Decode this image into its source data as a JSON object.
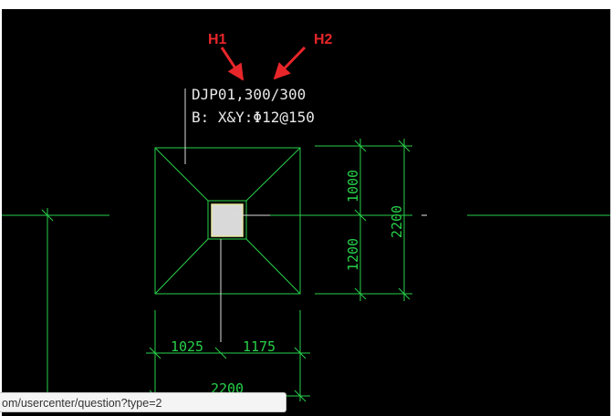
{
  "annotations": {
    "h1_label": "H1",
    "h2_label": "H2",
    "color": "#e8262a"
  },
  "drawing": {
    "footing_label": "DJP01,300/300",
    "rebar_label": "B: X&Y:Φ12@150",
    "dims_right": {
      "upper": "1000",
      "lower": "1200",
      "total": "2200"
    },
    "dims_bottom": {
      "left": "1025",
      "right": "1175",
      "total": "2200"
    },
    "line_color": "#28d04a",
    "background": "#000000"
  },
  "status_bar": {
    "url": "om/usercenter/question?type=2"
  }
}
